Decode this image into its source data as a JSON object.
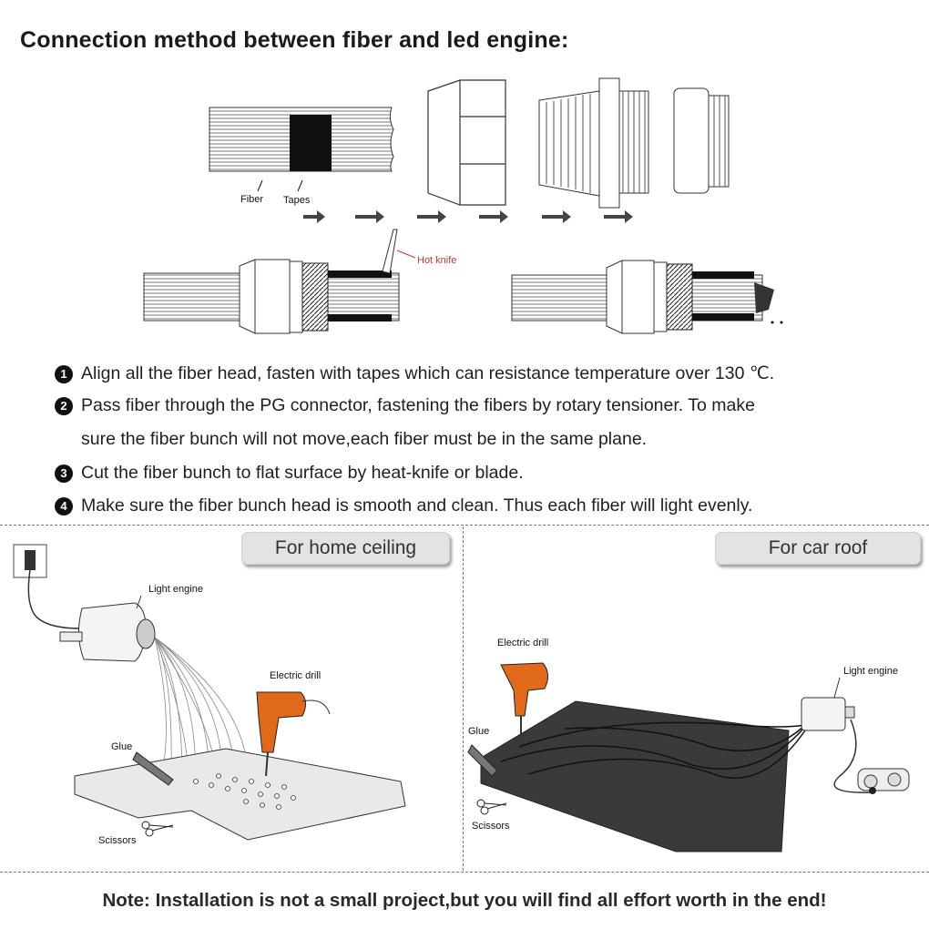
{
  "title": "Connection method between fiber and led engine:",
  "diagram_labels": {
    "fiber": "Fiber",
    "tapes": "Tapes",
    "hot_knife": "Hot knife"
  },
  "steps": [
    {
      "num": "1",
      "text": "Align all the fiber head, fasten with tapes which can resistance temperature over 130 ℃."
    },
    {
      "num": "2",
      "text": "Pass fiber through the PG connector, fastening the fibers by rotary tensioner. To make"
    },
    {
      "num": "",
      "text": "sure the fiber bunch will not move,each fiber must be in the same plane."
    },
    {
      "num": "3",
      "text": "Cut the fiber bunch to flat surface by heat-knife or blade."
    },
    {
      "num": "4",
      "text": "Make sure the fiber bunch head is smooth and clean. Thus each fiber will light evenly."
    }
  ],
  "panels": {
    "home": {
      "badge": "For home ceiling",
      "light_engine": "Light engine",
      "electric_drill": "Electric drill",
      "glue": "Glue",
      "scissors": "Scissors"
    },
    "car": {
      "badge": "For car roof",
      "light_engine": "Light engine",
      "electric_drill": "Electric drill",
      "glue": "Glue",
      "scissors": "Scissors"
    }
  },
  "note": "Note: Installation is not a small project,but you will find all effort worth in the end!",
  "colors": {
    "accent_red": "#c0392b",
    "drill_orange": "#e06a1a"
  }
}
